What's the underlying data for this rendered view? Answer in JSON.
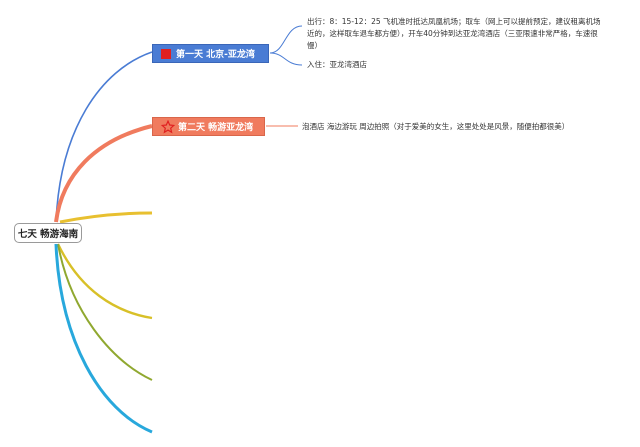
{
  "root": {
    "label": "七天 畅游海南"
  },
  "topics": [
    {
      "label": "第一天 北京-亚龙湾",
      "icon": "flag-icon",
      "color": "#4a7cd4",
      "notes": [
        "出行：8：15-12：25 飞机准时抵达凤凰机场；取车（网上可以提前预定，建议租离机场近的，这样取车退车都方便），开车40分钟到达亚龙湾酒店（三亚限速非常严格，车速很慢）",
        "入住：亚龙湾酒店"
      ]
    },
    {
      "label": "第二天 畅游亚龙湾",
      "icon": "star-icon",
      "color": "#f07b5e",
      "notes": [
        "泡酒店 海边游玩 周边拍照（对于爱美的女生，这里处处是风景，随便拍都很美）"
      ]
    }
  ],
  "branch_colors": [
    "#4a7cd4",
    "#f07b5e",
    "#e8c030",
    "#d8c028",
    "#90a830",
    "#28a8dc"
  ]
}
